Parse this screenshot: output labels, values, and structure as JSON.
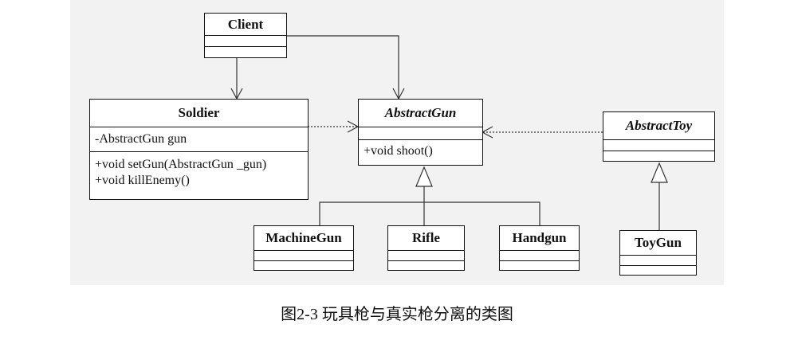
{
  "classes": {
    "client": {
      "name": "Client"
    },
    "soldier": {
      "name": "Soldier",
      "attributes": [
        "-AbstractGun gun"
      ],
      "methods": [
        "+void setGun(AbstractGun _gun)",
        "+void killEnemy()"
      ]
    },
    "abstract_gun": {
      "name": "AbstractGun",
      "methods": [
        "+void  shoot()"
      ]
    },
    "abstract_toy": {
      "name": "AbstractToy"
    },
    "machine_gun": {
      "name": "MachineGun"
    },
    "rifle": {
      "name": "Rifle"
    },
    "handgun": {
      "name": "Handgun"
    },
    "toy_gun": {
      "name": "ToyGun"
    }
  },
  "caption": "图2-3 玩具枪与真实枪分离的类图"
}
